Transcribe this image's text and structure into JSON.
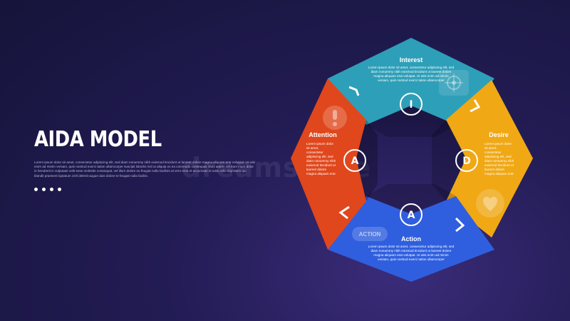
{
  "title": "AIDA MODEL",
  "description": "Lorem ipsum dolor sit amet, consectetur adipiscing elit, sed diam nonummy nibh euismod tincidunt ut laoreet dolore magna aliquam erat volutpat. Ut wisi enim ad minim veniam, quis nostrud exerci tation ullamcorper suscipit lobortis nisl ut aliquip ex ea commodo consequat. Duis autem vel eum iriure dolor in hendrerit in vulputate velit esse molestie consequat, vel illum dolore eu feugiat nulla facilisis at vero eros et accumsan et iusto odio dignissim qui blandit praesent luptatum zzril delenit augue duis dolore te feugait nulla facilisi.",
  "watermark": "dreamstime",
  "colors": {
    "interest": "#2e9fb8",
    "desire": "#f0a814",
    "action": "#2f5fde",
    "attention": "#e0471c"
  },
  "segments": {
    "interest": {
      "title": "Interest",
      "letter": "I",
      "icon": "target-icon",
      "lines": [
        "Lorem ipsum dolor sit amet, consectetur adipiscing elit, sed",
        "diam nonummy nibh euismod tincidunt ut laoreet dolore",
        "magna aliquam erat volutpat. Ut wisi enim ad minim",
        "veniam, quis nostrud exerci tation ullamcorper"
      ]
    },
    "desire": {
      "title": "Desire",
      "letter": "D",
      "icon": "heart-icon",
      "lines": [
        "Lorem ipsum dolor",
        "sit amet,",
        "consectetur",
        "adipiscing elit, sed",
        "diam nonummy nibh",
        "euismod tincidunt ut",
        "laoreet dolore",
        "magna aliquam erat"
      ]
    },
    "action": {
      "title": "Action",
      "letter": "A",
      "icon": "action-badge",
      "badge": "ACTION",
      "lines": [
        "Lorem ipsum dolor sit amet, consectetur adipiscing elit, sed",
        "diam nonummy nibh euismod tincidunt ut laoreet dolore",
        "magna aliquam erat volutpat. Ut wisi enim ad minim",
        "veniam, quis nostrud exerci tation ullamcorper"
      ]
    },
    "attention": {
      "title": "Attention",
      "letter": "A",
      "icon": "exclamation-icon",
      "lines": [
        "Lorem ipsum dolor",
        "sit amet,",
        "consectetur",
        "adipiscing elit, sed",
        "diam nonummy nibh",
        "euismod tincidunt ut",
        "laoreet dolore",
        "magna aliquam erat"
      ]
    }
  }
}
